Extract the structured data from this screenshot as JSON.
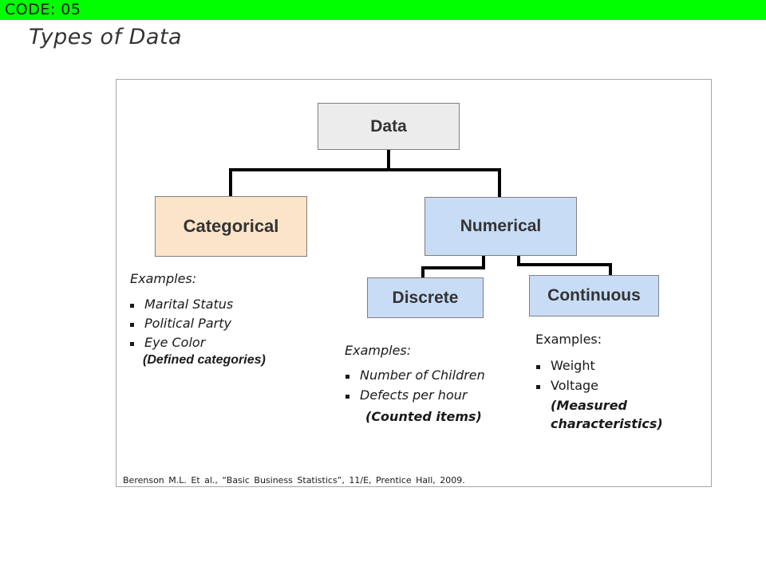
{
  "header": {
    "code": "CODE: 05",
    "title": "Types of Data"
  },
  "colors": {
    "code_bar": "#00ff00",
    "data_node": "#ececec",
    "categorical_node": "#fce4c8",
    "numerical_node": "#c9dcf6",
    "connector": "#000000"
  },
  "diagram": {
    "root": {
      "label": "Data"
    },
    "categorical": {
      "label": "Categorical",
      "examples_heading": "Examples:",
      "examples": [
        "Marital Status",
        "Political Party",
        "Eye Color"
      ],
      "note": "(Defined categories)"
    },
    "numerical": {
      "label": "Numerical",
      "discrete": {
        "label": "Discrete",
        "examples_heading": "Examples:",
        "examples": [
          "Number of Children",
          "Defects per hour"
        ],
        "note": "(Counted items)"
      },
      "continuous": {
        "label": "Continuous",
        "examples_heading": "Examples:",
        "examples": [
          "Weight",
          "Voltage"
        ],
        "note": "(Measured characteristics)"
      }
    }
  },
  "citation": "Berenson M.L. Et al., “Basic Business Statistics”, 11/E, Prentice Hall, 2009."
}
